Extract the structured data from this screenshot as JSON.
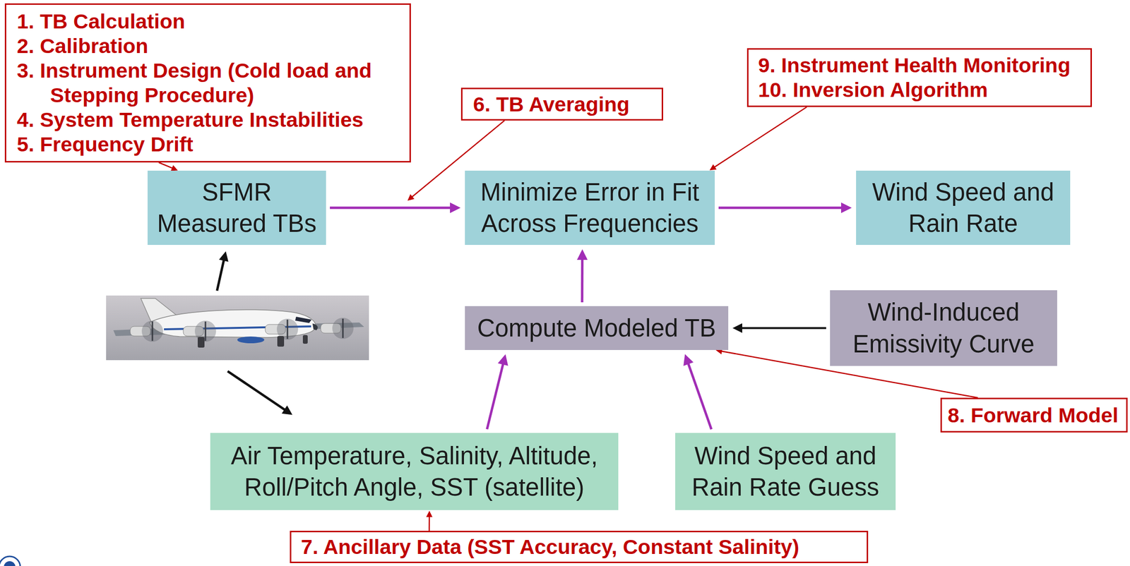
{
  "diagram": {
    "nodes": [
      {
        "text": [
          "1. TB Calculation",
          "2. Calibration",
          "3. Instrument Design (Cold load and Stepping Procedure)",
          "4. System Temperature Instabilities",
          "5. Frequency Drift"
        ]
      },
      {
        "text": [
          "6. TB Averaging"
        ]
      },
      {
        "text": [
          "9. Instrument Health Monitoring",
          "10. Inversion Algorithm"
        ]
      },
      {
        "text": [
          "SFMR Measured TBs"
        ]
      },
      {
        "text": [
          "Minimize Error in Fit Across Frequencies"
        ]
      },
      {
        "text": [
          "Wind Speed and Rain Rate"
        ]
      },
      {
        "text": [
          "Compute Modeled TB"
        ]
      },
      {
        "text": [
          "Wind-Induced Emissivity Curve"
        ]
      },
      {
        "text": [
          "8. Forward Model"
        ]
      },
      {
        "text": [
          "Air Temperature, Salinity, Altitude, Roll/Pitch Angle, SST (satellite)"
        ]
      },
      {
        "text": [
          "Wind Speed and Rain Rate Guess"
        ]
      },
      {
        "text": [
          "7. Ancillary Data (SST Accuracy, Constant Salinity)"
        ]
      }
    ],
    "edges": [
      {
        "from": 0,
        "to": 3,
        "arrow": "to"
      },
      {
        "from": 2,
        "to": 4,
        "arrow": "to"
      },
      {
        "from": 3,
        "to": 4,
        "arrow": "to"
      },
      {
        "from": 4,
        "to": 5,
        "arrow": "to"
      },
      {
        "from": 6,
        "to": 4,
        "arrow": "to"
      },
      {
        "from": 7,
        "to": 6,
        "arrow": "to"
      },
      {
        "from": 8,
        "to": 6,
        "arrow": "to"
      },
      {
        "from": 9,
        "to": 6,
        "arrow": "to"
      },
      {
        "from": 10,
        "to": 6,
        "arrow": "to"
      },
      {
        "from": 11,
        "to": 9,
        "arrow": "to"
      }
    ]
  }
}
